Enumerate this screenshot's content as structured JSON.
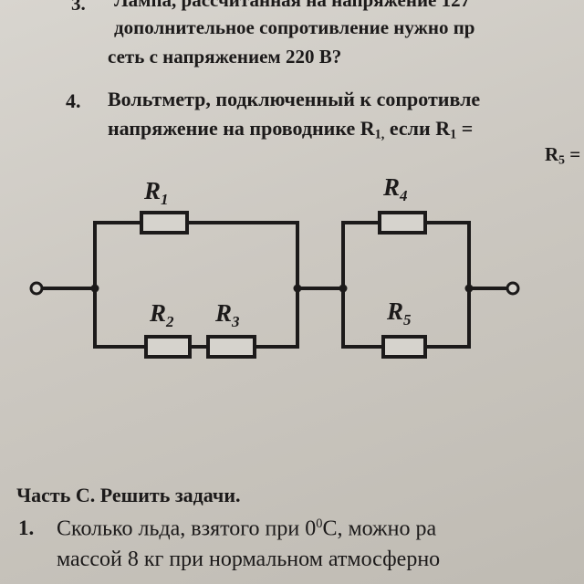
{
  "problem3": {
    "number": "3.",
    "line1": "Лампа, рассчитанная на напряжение 127",
    "line2": "дополнительное сопротивление нужно пр",
    "line3": "сеть с напряжением 220 В?"
  },
  "problem4": {
    "number": "4.",
    "line1": "Вольтметр, подключенный к сопротивле",
    "line2_prefix": "напряжение на проводнике  R",
    "line2_sub1": "1,",
    "line2_mid": " если R",
    "line2_sub2": "1",
    "line2_suffix": " =",
    "line3_prefix": "R",
    "line3_sub": "5",
    "line3_suffix": " ="
  },
  "circuit": {
    "resistors": [
      {
        "letter": "R",
        "index": "1"
      },
      {
        "letter": "R",
        "index": "2"
      },
      {
        "letter": "R",
        "index": "3"
      },
      {
        "letter": "R",
        "index": "4"
      },
      {
        "letter": "R",
        "index": "5"
      }
    ]
  },
  "part_c": {
    "heading": "Часть С. Решить задачи.",
    "problem1": {
      "number": "1.",
      "line1_prefix": "Сколько льда, взятого при 0",
      "line1_sup": "0",
      "line1_suffix": "С, можно  ра",
      "line2": "массой 8 кг при нормальном атмосферно"
    }
  }
}
